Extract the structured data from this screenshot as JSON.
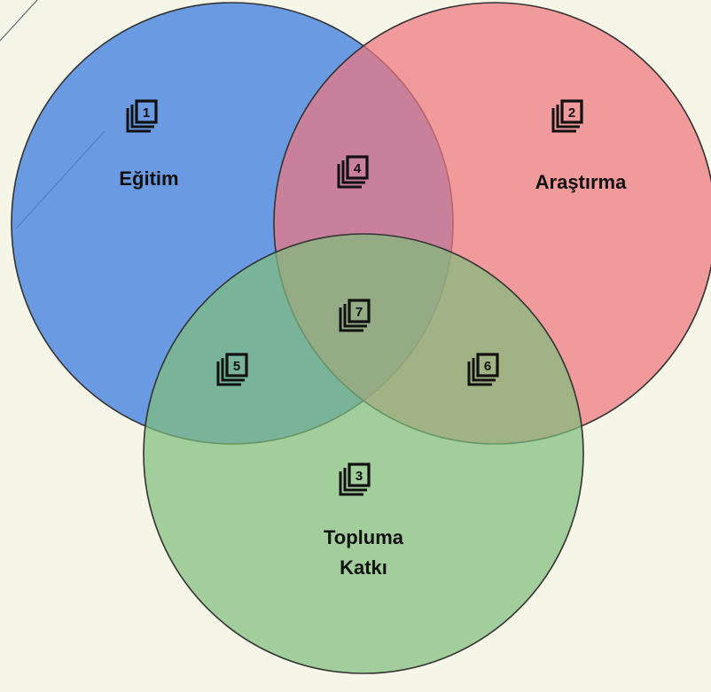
{
  "diagram": {
    "type": "venn-3",
    "background": "#f6f6e8",
    "sets": [
      {
        "id": 1,
        "name": "Eğitim",
        "color": "#4a86e0"
      },
      {
        "id": 2,
        "name": "Araştırma",
        "color": "#ee767e"
      },
      {
        "id": 3,
        "name_lines": [
          "Topluma",
          "Katkı"
        ],
        "color": "#7fbd7c"
      }
    ],
    "badges": [
      {
        "number": "1"
      },
      {
        "number": "2"
      },
      {
        "number": "3"
      },
      {
        "number": "4"
      },
      {
        "number": "5"
      },
      {
        "number": "6"
      },
      {
        "number": "7"
      }
    ],
    "stroke_color": "#333333"
  }
}
